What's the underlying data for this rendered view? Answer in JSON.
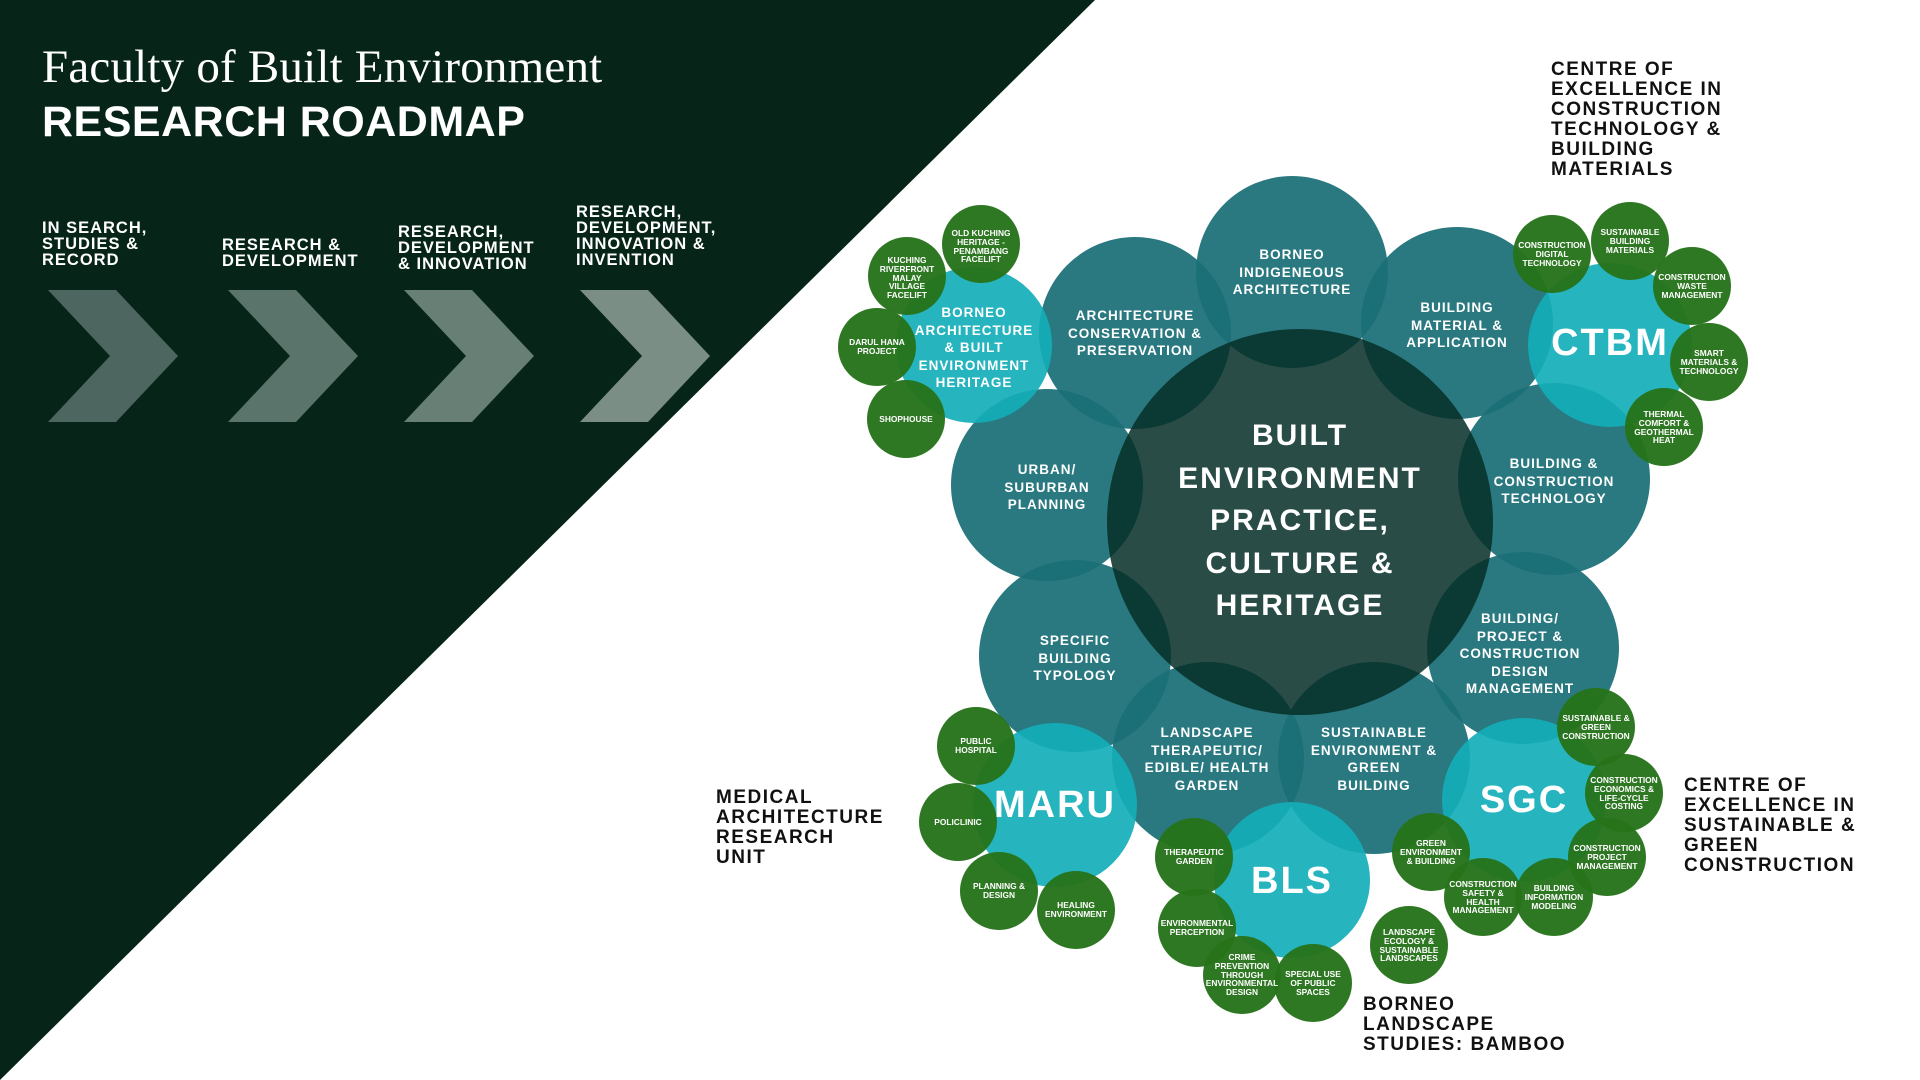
{
  "header": {
    "faculty_title": "Faculty of Built Environment",
    "roadmap_title": "RESEARCH ROADMAP"
  },
  "stages": [
    {
      "label": "IN SEARCH,\nSTUDIES &\nRECORD"
    },
    {
      "label": "RESEARCH &\nDEVELOPMENT"
    },
    {
      "label": "RESEARCH,\nDEVELOPMENT\n& INNOVATION"
    },
    {
      "label": "RESEARCH,\nDEVELOPMENT,\nINNOVATION &\nINVENTION"
    }
  ],
  "center": {
    "label": "BUILT\nENVIRONMENT\nPRACTICE,\nCULTURE &\nHERITAGE"
  },
  "petals": [
    {
      "label": "BORNEO\nINDIGENEOUS\nARCHITECTURE"
    },
    {
      "label": "BUILDING\nMATERIAL &\nAPPLICATION"
    },
    {
      "label": "BUILDING &\nCONSTRUCTION\nTECHNOLOGY"
    },
    {
      "label": "BUILDING/\nPROJECT &\nCONSTRUCTION\nDESIGN\nMANAGEMENT"
    },
    {
      "label": "SUSTAINABLE\nENVIRONMENT &\nGREEN\nBUILDING"
    },
    {
      "label": "LANDSCAPE\nTHERAPEUTIC/\nEDIBLE/ HEALTH\nGARDEN"
    },
    {
      "label": "SPECIFIC\nBUILDING\nTYPOLOGY"
    },
    {
      "label": "URBAN/\nSUBURBAN\nPLANNING"
    },
    {
      "label": "ARCHITECTURE\nCONSERVATION &\nPRESERVATION"
    }
  ],
  "hubs": [
    {
      "label": "BORNEO\nARCHITECTURE\n& BUILT\nENVIRONMENT\nHERITAGE"
    },
    {
      "label": "CTBM"
    },
    {
      "label": "SGC"
    },
    {
      "label": "BLS"
    },
    {
      "label": "MARU"
    }
  ],
  "heritage_topics": [
    {
      "label": "OLD KUCHING\nHERITAGE -\nPENAMBANG\nFACELIFT"
    },
    {
      "label": "KUCHING\nRIVERFRONT\nMALAY\nVILLAGE\nFACELIFT"
    },
    {
      "label": "DARUL HANA\nPROJECT"
    },
    {
      "label": "SHOPHOUSE"
    }
  ],
  "ctbm_topics": [
    {
      "label": "CONSTRUCTION\nDIGITAL\nTECHNOLOGY"
    },
    {
      "label": "SUSTAINABLE\nBUILDING\nMATERIALS"
    },
    {
      "label": "CONSTRUCTION\nWASTE\nMANAGEMENT"
    },
    {
      "label": "SMART\nMATERIALS &\nTECHNOLOGY"
    },
    {
      "label": "THERMAL\nCOMFORT &\nGEOTHERMAL\nHEAT"
    }
  ],
  "sgc_topics": [
    {
      "label": "SUSTAINABLE &\nGREEN\nCONSTRUCTION"
    },
    {
      "label": "CONSTRUCTION\nECONOMICS &\nLIFE-CYCLE\nCOSTING"
    },
    {
      "label": "CONSTRUCTION\nPROJECT\nMANAGEMENT"
    },
    {
      "label": "BUILDING\nINFORMATION\nMODELING"
    },
    {
      "label": "CONSTRUCTION\nSAFETY &\nHEALTH\nMANAGEMENT"
    },
    {
      "label": "GREEN\nENVIRONMENT\n& BUILDING"
    }
  ],
  "bls_topics": [
    {
      "label": "THERAPEUTIC\nGARDEN"
    },
    {
      "label": "ENVIRONMENTAL\nPERCEPTION"
    },
    {
      "label": "CRIME\nPREVENTION\nTHROUGH\nENVIRONMENTAL\nDESIGN"
    },
    {
      "label": "SPECIAL USE\nOF PUBLIC\nSPACES"
    },
    {
      "label": "LANDSCAPE\nECOLOGY &\nSUSTAINABLE\nLANDSCAPES"
    }
  ],
  "maru_topics": [
    {
      "label": "PUBLIC\nHOSPITAL"
    },
    {
      "label": "POLICLINIC"
    },
    {
      "label": "PLANNING &\nDESIGN"
    },
    {
      "label": "HEALING\nENVIRONMENT"
    }
  ],
  "centres": {
    "ctbm_caption": "CENTRE OF\nEXCELLENCE IN\nCONSTRUCTION\nTECHNOLOGY &\nBUILDING\nMATERIALS",
    "sgc_caption": "CENTRE OF\nEXCELLENCE IN\nSUSTAINABLE &\nGREEN\nCONSTRUCTION",
    "maru_caption": "MEDICAL\nARCHITECTURE\nRESEARCH\nUNIT",
    "bls_caption": "BORNEO\nLANDSCAPE\nSTUDIES: BAMBOO"
  },
  "colors": {
    "panel": "#062418",
    "chevron": "#6b857a",
    "petal": "#1a6f76",
    "center": "#062e28",
    "hub": "#14aeb8",
    "topic": "#26721a",
    "caption": "#111111"
  }
}
